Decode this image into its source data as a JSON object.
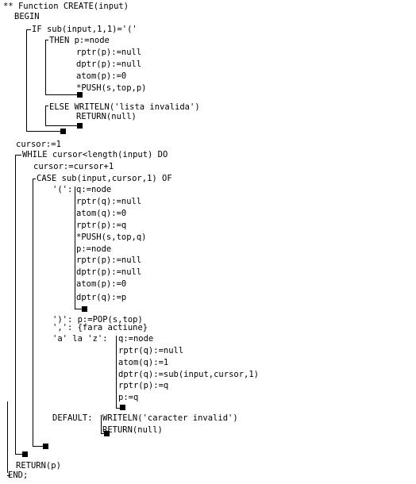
{
  "lines": [
    "** Function CREATE(input)",
    "BEGIN",
    "IF sub(input,1,1)='('",
    "THEN p:=node",
    "rptr(p):=null",
    "dptr(p):=null",
    "atom(p):=0",
    "*PUSH(s,top,p)",
    "ELSE WRITELN('lista invalida')",
    "RETURN(null)",
    "cursor:=1",
    "WHILE cursor<length(input) DO",
    "cursor:=cursor+1",
    "CASE sub(input,cursor,1) OF",
    "'(':",
    "q:=node",
    "rptr(q):=null",
    "atom(q):=0",
    "rptr(p):=q",
    "*PUSH(s,top,q)",
    "p:=node",
    "rptr(p):=null",
    "dptr(p):=null",
    "atom(p):=0",
    "dptr(q):=p",
    "')': p:=POP(s,top)",
    "',': {fara actiune}",
    "'a' la 'z':",
    "q:=node",
    "rptr(q):=null",
    "atom(q):=1",
    "dptr(q):=sub(input,cursor,1)",
    "rptr(p):=q",
    "p:=q",
    "DEFAULT:",
    "WRITELN('caracter invalid')",
    "RETURN(null)",
    "RETURN(p)",
    "END;"
  ]
}
